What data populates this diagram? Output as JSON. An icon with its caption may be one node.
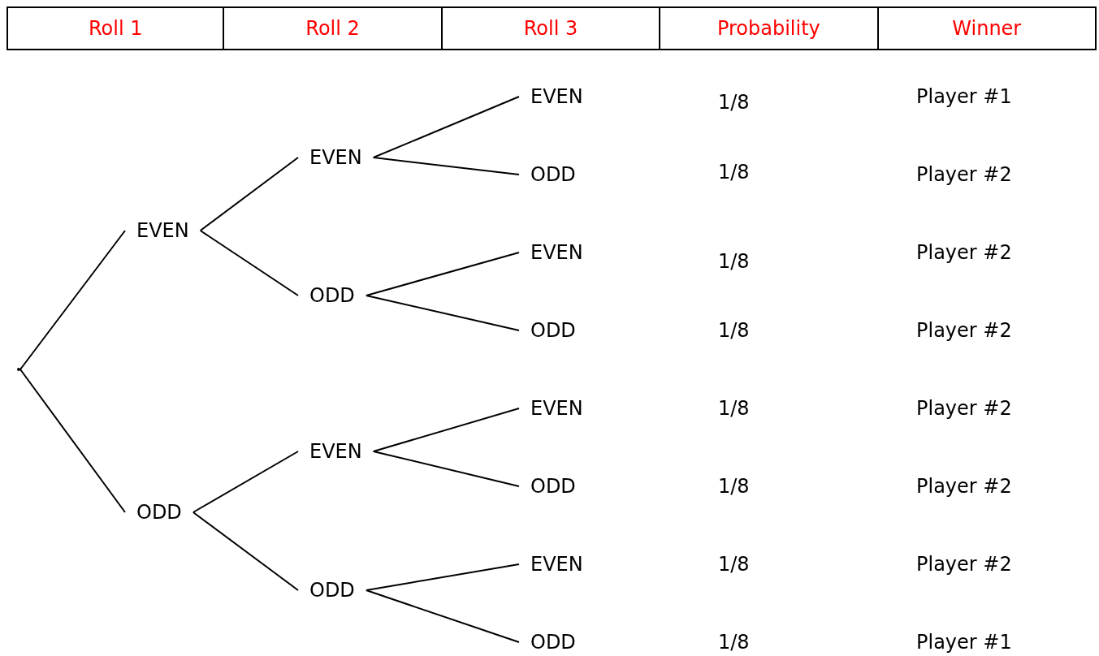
{
  "diagram": {
    "nodes": [
      {
        "text": [],
        "shape": "point"
      },
      {
        "text": [
          "EVEN"
        ]
      },
      {
        "text": [
          "ODD"
        ]
      },
      {
        "text": [
          "EVEN"
        ]
      },
      {
        "text": [
          "ODD"
        ]
      },
      {
        "text": [
          "EVEN"
        ]
      },
      {
        "text": [
          "ODD"
        ]
      },
      {
        "text": [
          "EVEN"
        ]
      },
      {
        "text": [
          "ODD"
        ]
      },
      {
        "text": [
          "EVEN"
        ]
      },
      {
        "text": [
          "ODD"
        ]
      },
      {
        "text": [
          "EVEN"
        ]
      },
      {
        "text": [
          "ODD"
        ]
      },
      {
        "text": [
          "EVEN"
        ]
      },
      {
        "text": [
          "ODD"
        ]
      }
    ],
    "edges": [
      {
        "from": 0,
        "to": 1,
        "arrow": "none"
      },
      {
        "from": 0,
        "to": 2,
        "arrow": "none"
      },
      {
        "from": 1,
        "to": 3,
        "arrow": "none"
      },
      {
        "from": 1,
        "to": 4,
        "arrow": "none"
      },
      {
        "from": 2,
        "to": 5,
        "arrow": "none"
      },
      {
        "from": 2,
        "to": 6,
        "arrow": "none"
      },
      {
        "from": 3,
        "to": 7,
        "arrow": "none"
      },
      {
        "from": 3,
        "to": 8,
        "arrow": "none"
      },
      {
        "from": 4,
        "to": 9,
        "arrow": "none"
      },
      {
        "from": 4,
        "to": 10,
        "arrow": "none"
      },
      {
        "from": 5,
        "to": 11,
        "arrow": "none"
      },
      {
        "from": 5,
        "to": 12,
        "arrow": "none"
      },
      {
        "from": 6,
        "to": 13,
        "arrow": "none"
      },
      {
        "from": 6,
        "to": 14,
        "arrow": "none"
      }
    ],
    "labels": [
      "Roll 1",
      "Roll 2",
      "Roll 3",
      "Probability",
      "Winner",
      "1/8",
      "Player #1",
      "1/8",
      "Player #2",
      "1/8",
      "Player #2",
      "1/8",
      "Player #2",
      "1/8",
      "Player #2",
      "1/8",
      "Player #2",
      "1/8",
      "Player #2",
      "1/8",
      "Player #1"
    ]
  }
}
